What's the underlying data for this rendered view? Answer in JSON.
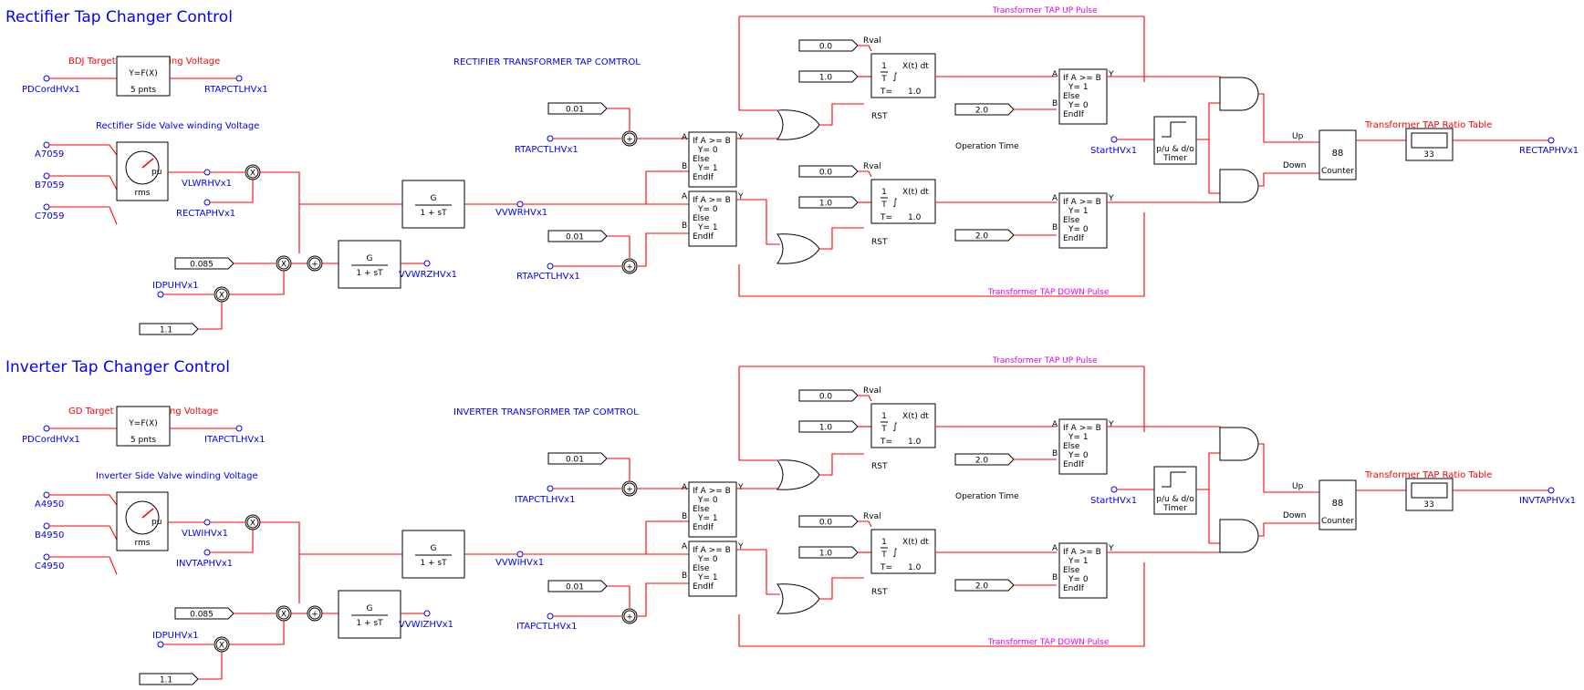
{
  "sections": [
    {
      "title": "Rectifier Tap Changer Control",
      "subtitle": "RECTIFIER TRANSFORMER TAP COMTROL",
      "target_label": "BDJ Target Valve Winding Voltage",
      "fx_input": "PDCordHVx1",
      "fx_output": "RTAPCTLHVx1",
      "fx_func": "Y=F(X)",
      "fx_pnts": "5   pnts",
      "meter_title": "Rectifier Side Valve winding Voltage",
      "phase_a": "A7059",
      "phase_b": "B7059",
      "phase_c": "C7059",
      "meter_unit": "pu",
      "meter_type": "rms",
      "vlw": "VLWRHVx1",
      "tap_in": "RECTAPHVx1",
      "gain_g": "G",
      "gain_den": "1 + sT",
      "vv_mid": "VVWRHVx1",
      "vv_z": "VVWRZHVx1",
      "const_085": "0.085",
      "idpu": "IDPUHVx1",
      "const_11": "1.1",
      "const_001a": "0.01",
      "const_001b": "0.01",
      "ctl_a": "RTAPCTLHVx1",
      "ctl_b": "RTAPCTLHVx1",
      "cmp1": [
        "If A >= B",
        "Y=  0",
        "Else",
        "Y=  1",
        "EndIf"
      ],
      "cmp2": [
        "If A >= B",
        "Y=  0",
        "Else",
        "Y=  1",
        "EndIf"
      ],
      "cmp3": [
        "If A >= B",
        "Y=  1",
        "Else",
        "Y=  0",
        "EndIf"
      ],
      "cmp4": [
        "If A >= B",
        "Y=  1",
        "Else",
        "Y=  0",
        "EndIf"
      ],
      "int_c0": "0.0",
      "int_c1": "1.0",
      "int_rval": "Rval",
      "int_func": "X(t) dt",
      "int_t": "T=",
      "int_tv": "1.0",
      "rst": "RST",
      "op_time_val": "2.0",
      "op_time": "Operation Time",
      "up_pulse": "Transformer TAP UP Pulse",
      "down_pulse": "Transformer TAP DOWN Pulse",
      "start": "StartHVx1",
      "timer": [
        "p/u & d/o",
        "Timer"
      ],
      "up": "Up",
      "down": "Down",
      "counter_digits": "88",
      "counter": "Counter",
      "ratio_table": "Transformer TAP Ratio Table",
      "ratio_val": "33",
      "output": "RECTAPHVx1",
      "pin_a": "A",
      "pin_b": "B",
      "pin_y": "Y"
    },
    {
      "title": "Inverter Tap Changer Control",
      "subtitle": "INVERTER TRANSFORMER TAP COMTROL",
      "target_label": "GD Target Valve Winding Voltage",
      "fx_input": "PDCordHVx1",
      "fx_output": "ITAPCTLHVx1",
      "fx_func": "Y=F(X)",
      "fx_pnts": "5   pnts",
      "meter_title": "Inverter Side Valve winding Voltage",
      "phase_a": "A4950",
      "phase_b": "B4950",
      "phase_c": "C4950",
      "meter_unit": "pu",
      "meter_type": "rms",
      "vlw": "VLWIHVx1",
      "tap_in": "INVTAPHVx1",
      "gain_g": "G",
      "gain_den": "1 + sT",
      "vv_mid": "VVWIHVx1",
      "vv_z": "VVWIZHVx1",
      "const_085": "0.085",
      "idpu": "IDPUHVx1",
      "const_11": "1.1",
      "const_001a": "0.01",
      "const_001b": "0.01",
      "ctl_a": "ITAPCTLHVx1",
      "ctl_b": "ITAPCTLHVx1",
      "cmp1": [
        "If A >= B",
        "Y=  0",
        "Else",
        "Y=  1",
        "EndIf"
      ],
      "cmp2": [
        "If A >= B",
        "Y=  0",
        "Else",
        "Y=  1",
        "EndIf"
      ],
      "cmp3": [
        "If A >= B",
        "Y=  1",
        "Else",
        "Y=  0",
        "EndIf"
      ],
      "cmp4": [
        "If A >= B",
        "Y=  1",
        "Else",
        "Y=  0",
        "EndIf"
      ],
      "int_c0": "0.0",
      "int_c1": "1.0",
      "int_rval": "Rval",
      "int_func": "X(t) dt",
      "int_t": "T=",
      "int_tv": "1.0",
      "rst": "RST",
      "op_time_val": "2.0",
      "op_time": "Operation Time",
      "up_pulse": "Transformer TAP UP Pulse",
      "down_pulse": "Transformer TAP DOWN Pulse",
      "start": "StartHVx1",
      "timer": [
        "p/u & d/o",
        "Timer"
      ],
      "up": "Up",
      "down": "Down",
      "counter_digits": "88",
      "counter": "Counter",
      "ratio_table": "Transformer TAP Ratio Table",
      "ratio_val": "33",
      "output": "INVTAPHVx1",
      "pin_a": "A",
      "pin_b": "B",
      "pin_y": "Y"
    }
  ],
  "symbols": {
    "mult": "X",
    "sum": "+",
    "minus": "-",
    "integral": "∫",
    "one": "1",
    "T": "T"
  }
}
